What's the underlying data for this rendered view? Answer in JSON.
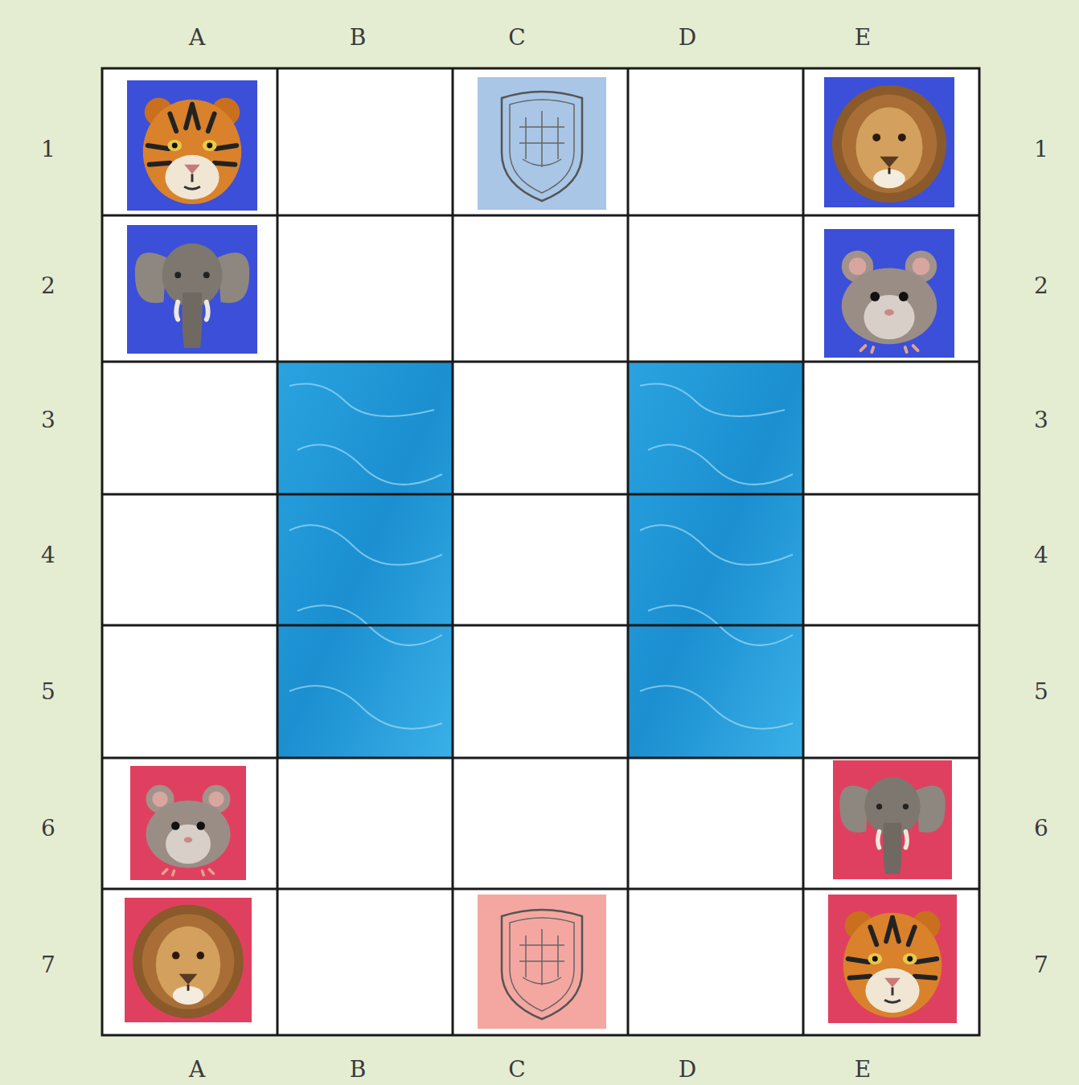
{
  "diagram": {
    "labels": [
      "A",
      "B",
      "C",
      "D",
      "E",
      "1",
      "1",
      "2",
      "2",
      "3",
      "3",
      "4",
      "4",
      "5",
      "5",
      "6",
      "6",
      "7",
      "7",
      "A",
      "B",
      "C",
      "D",
      "E"
    ]
  }
}
